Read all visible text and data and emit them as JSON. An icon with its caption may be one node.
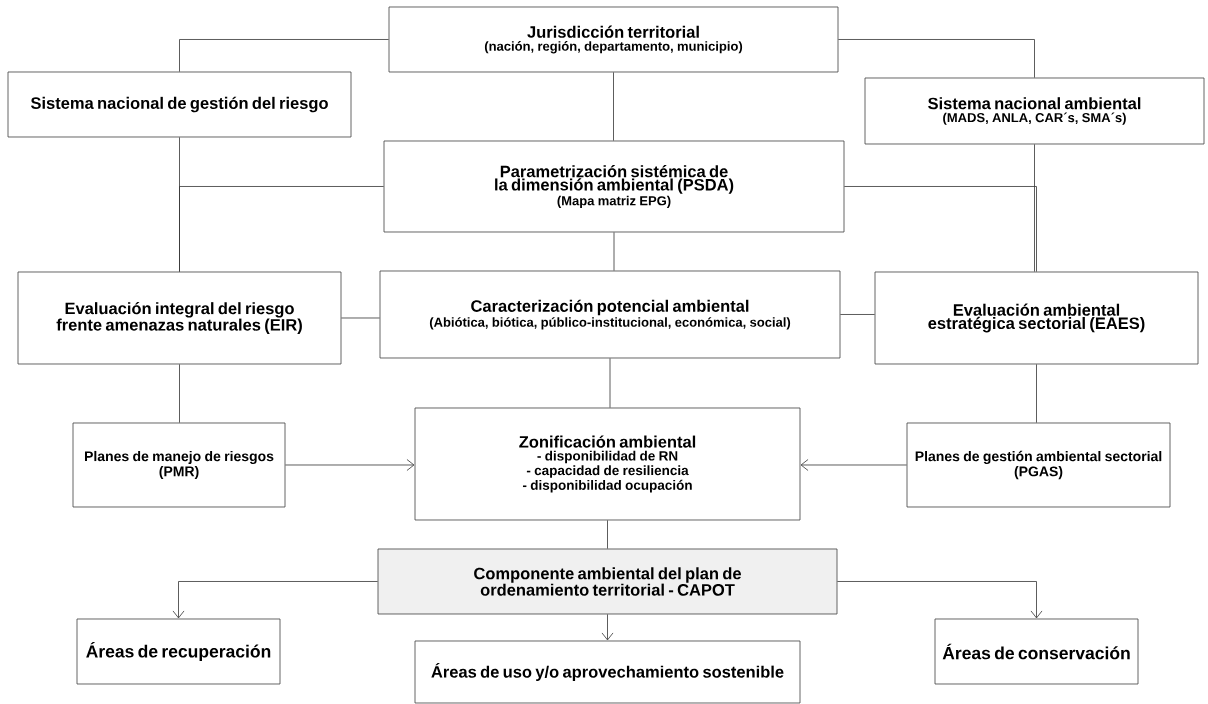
{
  "diagram": {
    "nodes": [
      {
        "text": [
          "Jurisdicción territorial",
          "(nación, región, departamento, municipio)"
        ]
      },
      {
        "text": [
          "Sistema nacional de gestión del riesgo"
        ]
      },
      {
        "text": [
          "Sistema nacional ambiental",
          "(MADS, ANLA, CAR´s, SMA´s)"
        ]
      },
      {
        "text": [
          "Parametrización sistémica de la dimensión ambiental (PSDA)",
          "(Mapa matriz EPG)"
        ]
      },
      {
        "text": [
          "Evaluación integral del riesgo frente amenazas naturales (EIR)"
        ]
      },
      {
        "text": [
          "Caracterización potencial ambiental",
          "(Abiótica, biótica, público-institucional, económica, social)"
        ]
      },
      {
        "text": [
          "Evaluación ambiental estratégica sectorial (EAES)"
        ]
      },
      {
        "text": [
          "Planes de manejo de riesgos",
          "(PMR)"
        ]
      },
      {
        "text": [
          "Zonificación ambiental",
          "- disponibilidad de RN",
          "- capacidad de resiliencia",
          "- disponibilidad ocupación"
        ]
      },
      {
        "text": [
          "Planes de gestión ambiental sectorial",
          "(PGAS)"
        ]
      },
      {
        "text": [
          "Componente ambiental del plan de ordenamiento territorial - CAPOT"
        ]
      },
      {
        "text": [
          "Áreas de recuperación"
        ]
      },
      {
        "text": [
          "Áreas de uso y/o aprovechamiento sostenible"
        ]
      },
      {
        "text": [
          "Áreas de conservación"
        ]
      }
    ],
    "edges": [
      {
        "from": 0,
        "to": 1,
        "arrow": "none"
      },
      {
        "from": 0,
        "to": 2,
        "arrow": "none"
      },
      {
        "from": 0,
        "to": 3,
        "arrow": "none"
      },
      {
        "from": 1,
        "to": 4,
        "arrow": "none"
      },
      {
        "from": 3,
        "to": 4,
        "arrow": "none"
      },
      {
        "from": 2,
        "to": 6,
        "arrow": "none"
      },
      {
        "from": 3,
        "to": 6,
        "arrow": "none"
      },
      {
        "from": 3,
        "to": 5,
        "arrow": "none"
      },
      {
        "from": 4,
        "to": 5,
        "arrow": "none"
      },
      {
        "from": 5,
        "to": 6,
        "arrow": "none"
      },
      {
        "from": 4,
        "to": 7,
        "arrow": "none"
      },
      {
        "from": 6,
        "to": 9,
        "arrow": "none"
      },
      {
        "from": 5,
        "to": 8,
        "arrow": "none"
      },
      {
        "from": 7,
        "to": 8,
        "arrow": "to"
      },
      {
        "from": 9,
        "to": 8,
        "arrow": "to"
      },
      {
        "from": 8,
        "to": 10,
        "arrow": "none"
      },
      {
        "from": 10,
        "to": 11,
        "arrow": "to"
      },
      {
        "from": 10,
        "to": 12,
        "arrow": "to"
      },
      {
        "from": 10,
        "to": 13,
        "arrow": "to"
      }
    ]
  }
}
